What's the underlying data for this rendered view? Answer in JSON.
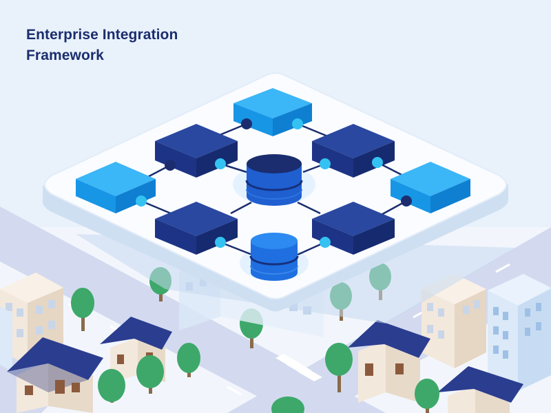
{
  "header": {
    "title_line_1": "Enterprise Integration",
    "title_line_2": "Framework"
  },
  "colors": {
    "background": "#e9f2fb",
    "platform_top": "#fafcff",
    "platform_side": "#cfdff2",
    "node_dark": "#1f3a8c",
    "node_bright": "#1aa1f0",
    "database": "#1f5fd0",
    "connector_dark": "#1b2d6e",
    "connector_light": "#34c2f2",
    "road": "#c9d2ea",
    "tree": "#3da86a",
    "roof": "#2b3d8f",
    "building_cream": "#f3e8dc",
    "building_blue": "#dbe9f8"
  },
  "nodes": [
    {
      "id": "top",
      "kind": "bright-block"
    },
    {
      "id": "upper-left",
      "kind": "dark-block"
    },
    {
      "id": "upper-right",
      "kind": "dark-block"
    },
    {
      "id": "left",
      "kind": "bright-block"
    },
    {
      "id": "right",
      "kind": "bright-block"
    },
    {
      "id": "lower-left",
      "kind": "dark-block"
    },
    {
      "id": "lower-right",
      "kind": "dark-block"
    },
    {
      "id": "center-db",
      "kind": "database"
    },
    {
      "id": "bottom-db",
      "kind": "database"
    }
  ],
  "icons": [
    "database-icon",
    "server-block-icon",
    "house-icon",
    "tree-icon",
    "office-building-icon"
  ]
}
